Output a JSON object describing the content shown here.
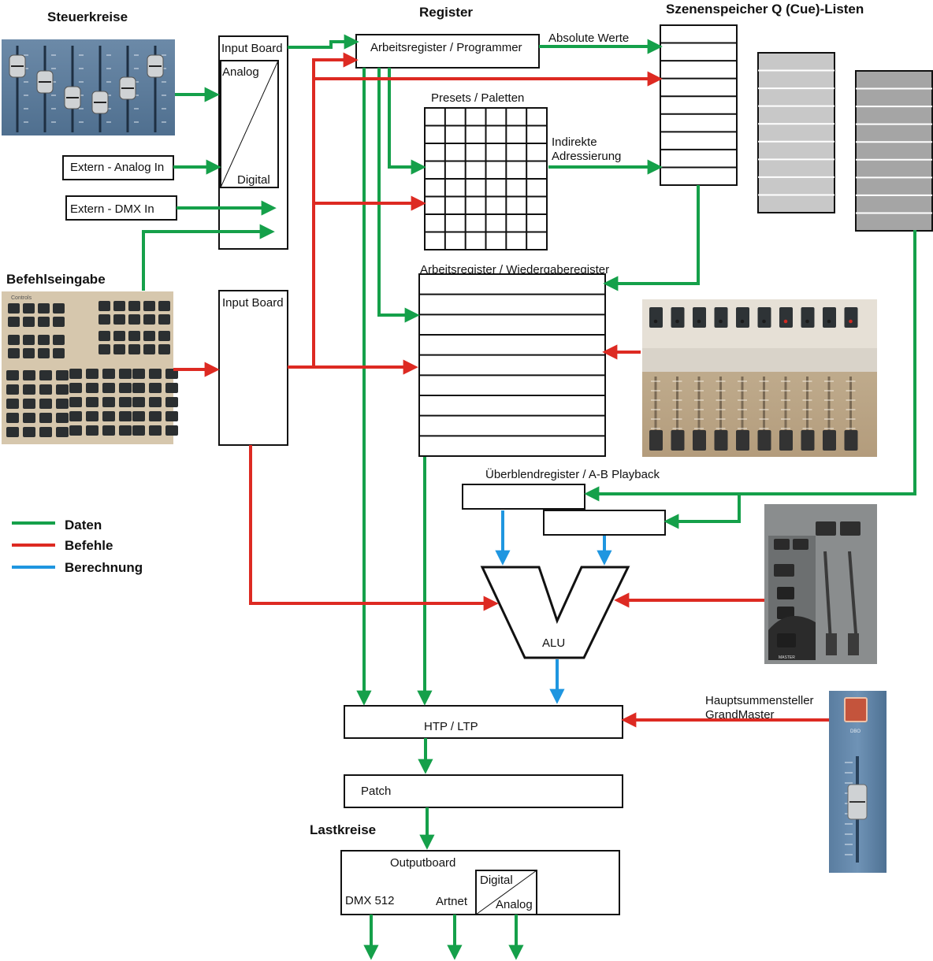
{
  "headings": {
    "steuerkreise": "Steuerkreise",
    "register": "Register",
    "szenenspeicher": "Szenenspeicher Q (Cue)-Listen",
    "befehlseingabe": "Befehlseingabe",
    "lastkreise": "Lastkreise"
  },
  "inputs": {
    "extern_analog": "Extern - Analog In",
    "extern_dmx": "Extern - DMX In",
    "input_board_1": "Input Board",
    "analog": "Analog",
    "digital": "Digital",
    "input_board_2": "Input Board"
  },
  "registers": {
    "programmer": "Arbeitsregister / Programmer",
    "absolute_werte": "Absolute Werte",
    "presets": "Presets / Paletten",
    "indirekte_1": "Indirekte",
    "indirekte_2": "Adressierung",
    "wiedergabe": "Arbeitsregister / Wiedergaberegister",
    "ueberblend": "Überblendregister / A-B Playback"
  },
  "processing": {
    "alu": "ALU",
    "htp": "HTP / LTP",
    "patch": "Patch",
    "grandmaster_1": "Hauptsummensteller",
    "grandmaster_2": "GrandMaster"
  },
  "output": {
    "outputboard": "Outputboard",
    "dmx512": "DMX 512",
    "artnet": "Artnet",
    "digital": "Digital",
    "analog": "Analog"
  },
  "legend": {
    "daten": "Daten",
    "befehle": "Befehle",
    "berechnung": "Berechnung"
  },
  "photo_text": {
    "controls": "Controls",
    "master": "MASTER",
    "dbo": "DBO"
  },
  "colors": {
    "daten": "#15a04a",
    "befehle": "#dd2a22",
    "berechnung": "#1f96e0"
  }
}
